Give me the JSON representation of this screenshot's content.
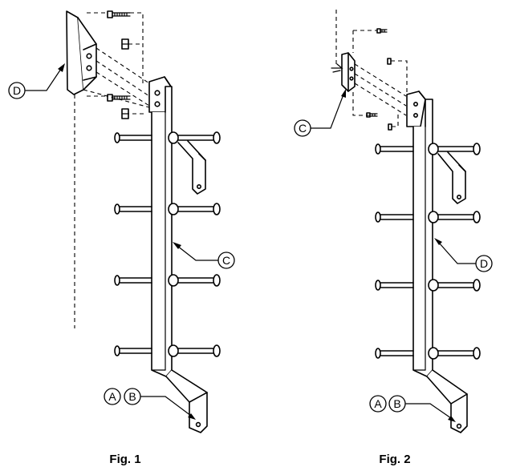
{
  "figures": [
    {
      "caption": "Fig. 1",
      "callouts": [
        {
          "letter": "D"
        },
        {
          "letter": "C"
        },
        {
          "letter": "A"
        },
        {
          "letter": "B"
        }
      ]
    },
    {
      "caption": "Fig. 2",
      "callouts": [
        {
          "letter": "C"
        },
        {
          "letter": "D"
        },
        {
          "letter": "A"
        },
        {
          "letter": "B"
        }
      ]
    }
  ]
}
